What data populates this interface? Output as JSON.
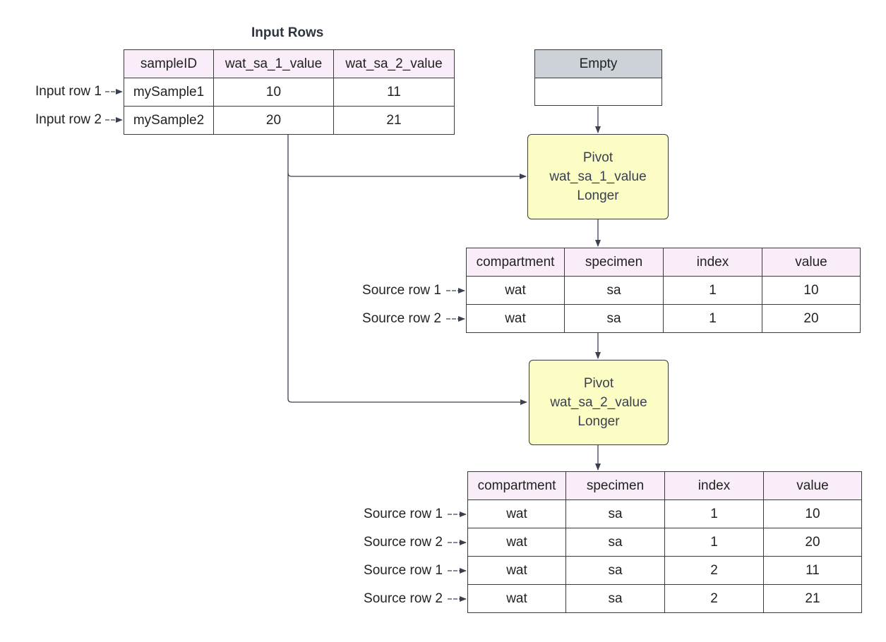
{
  "title": "Input Rows",
  "input_table": {
    "headers": [
      "sampleID",
      "wat_sa_1_value",
      "wat_sa_2_value"
    ],
    "rows": [
      [
        "mySample1",
        "10",
        "11"
      ],
      [
        "mySample2",
        "20",
        "21"
      ]
    ],
    "row_labels": [
      "Input row 1",
      "Input row 2"
    ]
  },
  "empty_box": {
    "label": "Empty"
  },
  "pivot1": {
    "lines": [
      "Pivot",
      "wat_sa_1_value",
      "Longer"
    ]
  },
  "pivot2": {
    "lines": [
      "Pivot",
      "wat_sa_2_value",
      "Longer"
    ]
  },
  "mid_table": {
    "headers": [
      "compartment",
      "specimen",
      "index",
      "value"
    ],
    "rows": [
      [
        "wat",
        "sa",
        "1",
        "10"
      ],
      [
        "wat",
        "sa",
        "1",
        "20"
      ]
    ],
    "row_labels": [
      "Source row 1",
      "Source row 2"
    ]
  },
  "bottom_table": {
    "headers": [
      "compartment",
      "specimen",
      "index",
      "value"
    ],
    "rows": [
      [
        "wat",
        "sa",
        "1",
        "10"
      ],
      [
        "wat",
        "sa",
        "1",
        "20"
      ],
      [
        "wat",
        "sa",
        "2",
        "11"
      ],
      [
        "wat",
        "sa",
        "2",
        "21"
      ]
    ],
    "row_labels": [
      "Source row 1",
      "Source row 2",
      "Source row 1",
      "Source row 2"
    ]
  },
  "colors": {
    "header_fill": "#f8edf9",
    "empty_header_fill": "#cdd2d9",
    "pivot_fill": "#fcfcc5",
    "line": "#3a4050"
  }
}
